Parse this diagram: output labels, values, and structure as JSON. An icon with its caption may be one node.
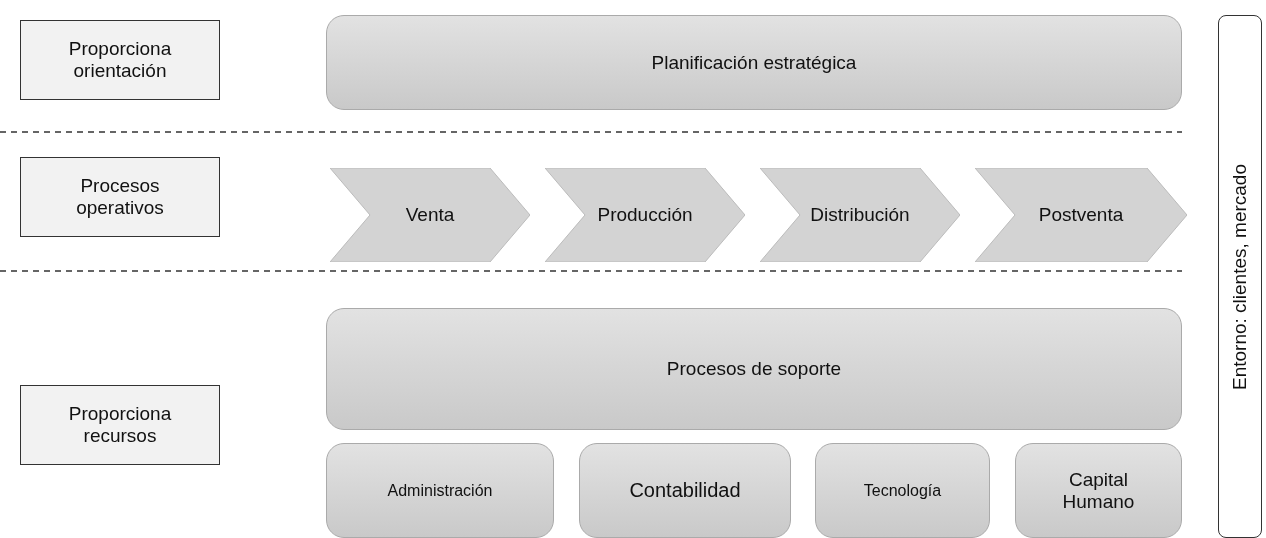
{
  "diagram": {
    "nodes": [
      {
        "text": [
          "Proporciona orientación"
        ]
      },
      {
        "text": [
          "Planificación estratégica"
        ]
      },
      {
        "text": [
          "Procesos operativos"
        ]
      },
      {
        "text": [
          "Venta"
        ]
      },
      {
        "text": [
          "Producción"
        ]
      },
      {
        "text": [
          "Distribución"
        ]
      },
      {
        "text": [
          "Postventa"
        ]
      },
      {
        "text": [
          "Proporciona recursos"
        ]
      },
      {
        "text": [
          "Procesos de soporte"
        ]
      },
      {
        "text": [
          "Administración"
        ]
      },
      {
        "text": [
          "Contabilidad"
        ]
      },
      {
        "text": [
          "Tecnología"
        ]
      },
      {
        "text": [
          "Capital Humano"
        ]
      },
      {
        "text": [
          "Entorno: clientes, mercado"
        ]
      }
    ]
  }
}
